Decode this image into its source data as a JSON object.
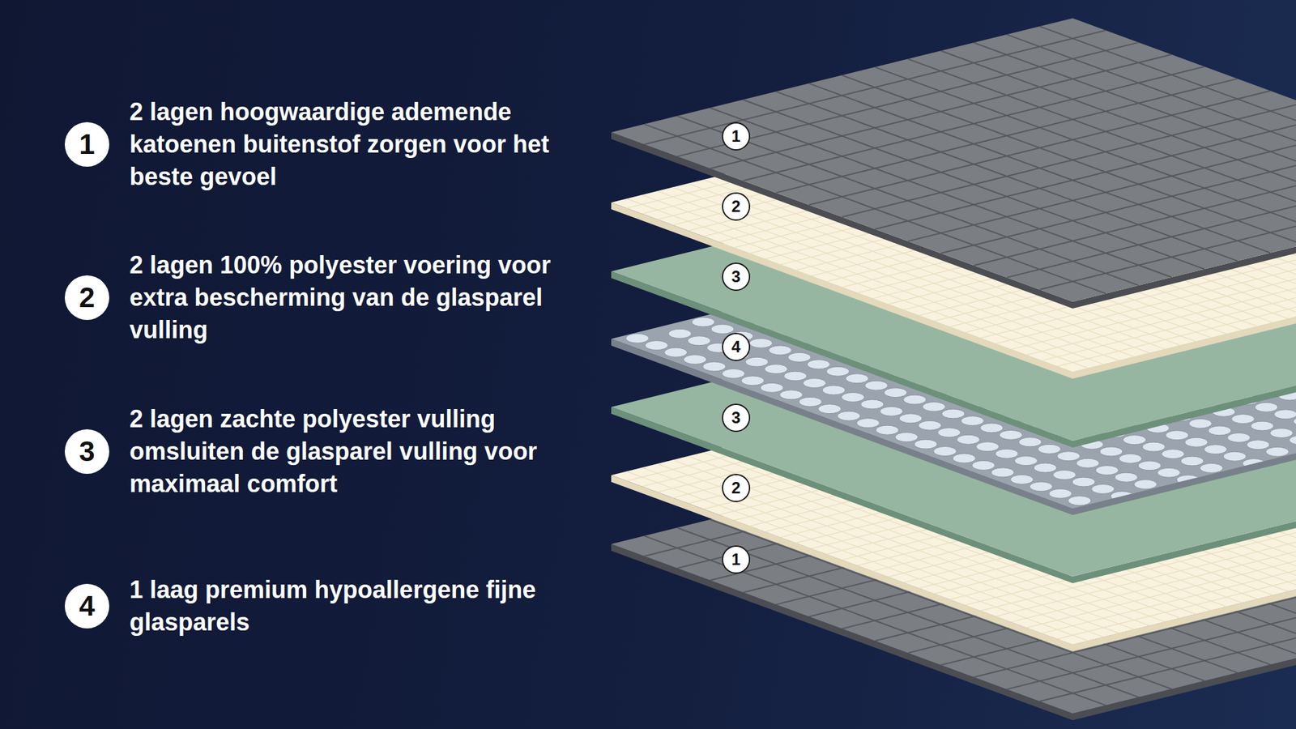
{
  "diagram": {
    "nodes": [
      {
        "text": [
          "1",
          "2 lagen hoogwaardige ademende katoenen buitenstof zorgen voor het beste gevoel"
        ]
      },
      {
        "text": [
          "2",
          "2 lagen 100% polyester voering voor extra bescherming van de glasparel vulling"
        ]
      },
      {
        "text": [
          "3",
          "2 lagen zachte polyester vulling omsluiten de glasparel vulling voor maximaal comfort"
        ]
      },
      {
        "text": [
          "4",
          "1 laag premium hypoallergene fijne glasparels"
        ]
      }
    ],
    "labels": [
      "1",
      "2",
      "3",
      "4",
      "3",
      "2",
      "1"
    ]
  }
}
